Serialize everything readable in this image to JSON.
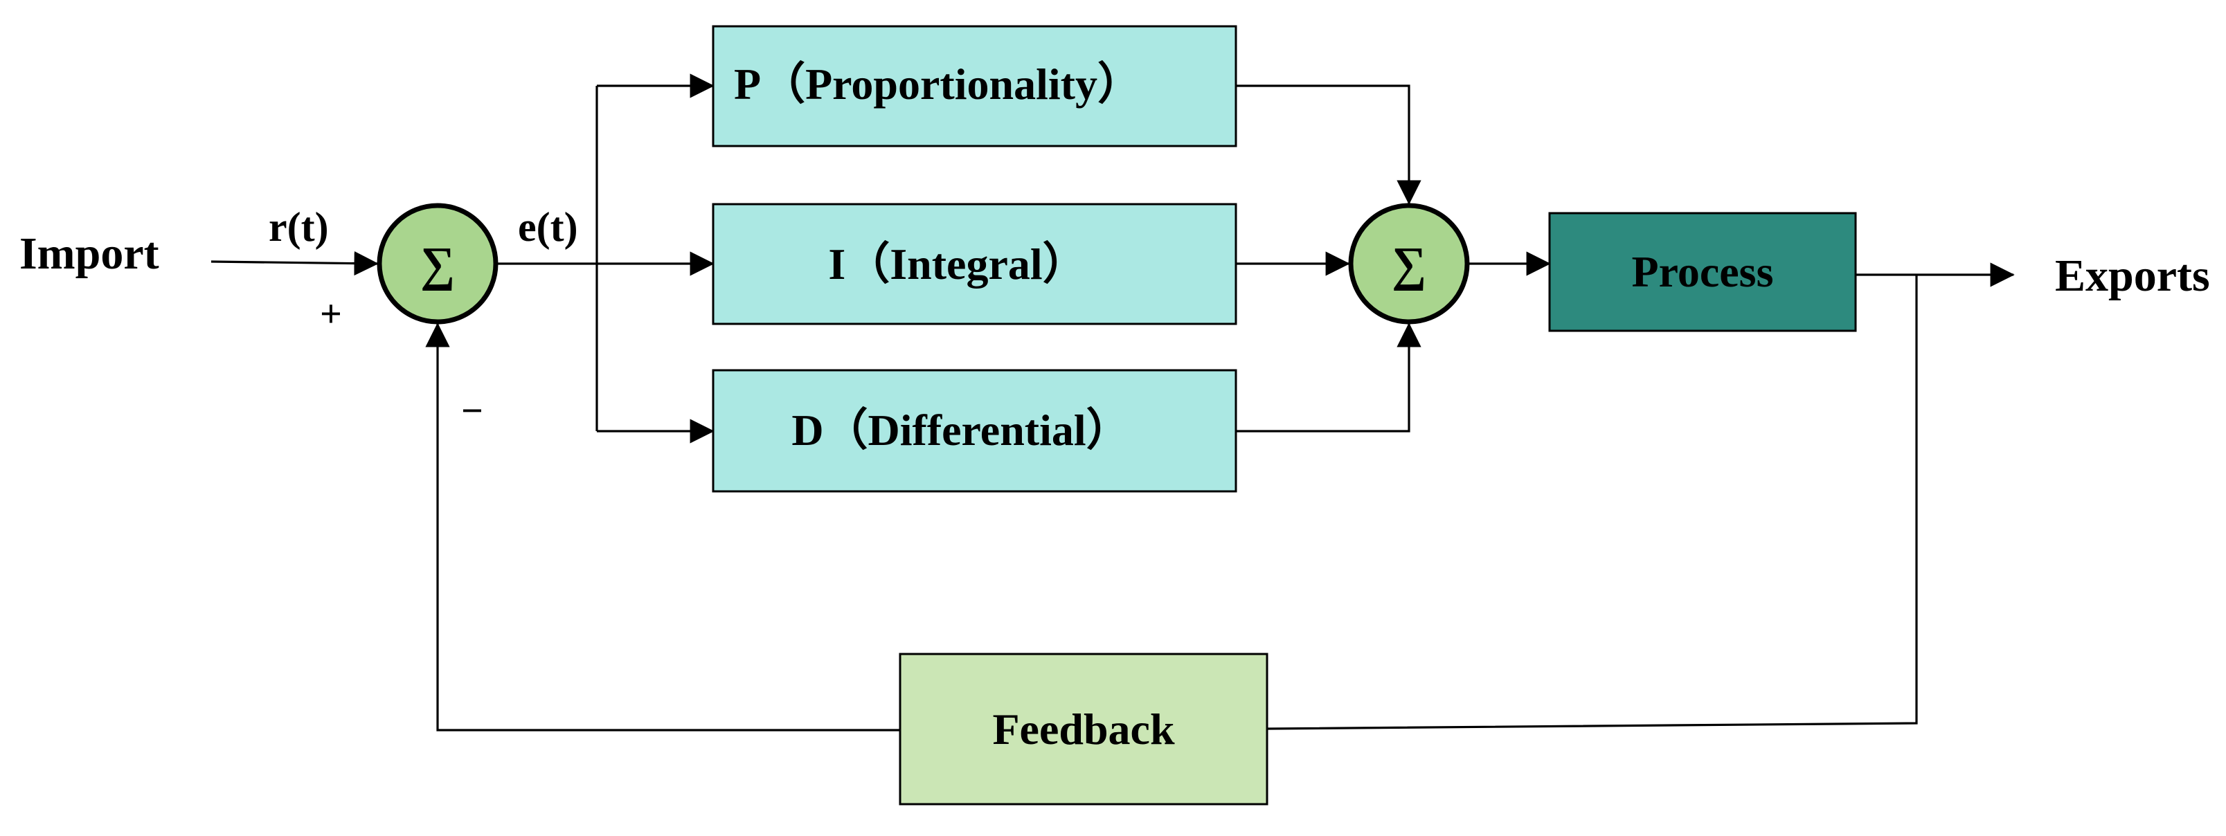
{
  "diagram": {
    "input_label": "Import",
    "output_label": "Exports",
    "reference_signal": "r(t)",
    "error_signal": "e(t)",
    "plus_sign": "+",
    "minus_sign": "−",
    "summing_symbol": "∑",
    "blocks": {
      "proportional": "P（Proportionality）",
      "integral": "I（Integral）",
      "differential": "D（Differential）",
      "process": "Process",
      "feedback": "Feedback"
    },
    "colors": {
      "pid_block": "#abe8e3",
      "process_block": "#2d8a7e",
      "feedback_block": "#cbe6b5",
      "summing_junction": "#a9d58e"
    }
  }
}
